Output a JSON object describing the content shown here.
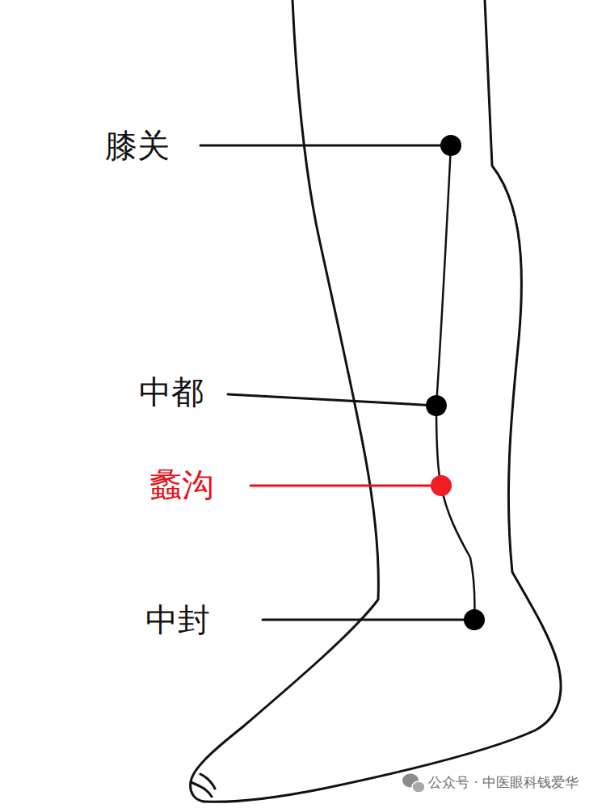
{
  "diagram": {
    "labels": [
      "膝关",
      "中都",
      "蠡沟",
      "中封",
      "公众号 · 中医眼科钱爱华"
    ]
  }
}
